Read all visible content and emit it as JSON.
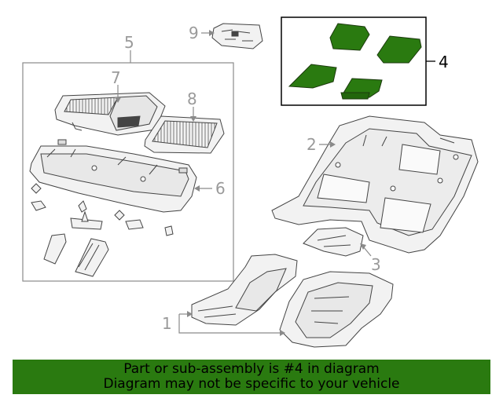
{
  "callouts": {
    "c1": "1",
    "c2": "2",
    "c3": "3",
    "c4": "4",
    "c5": "5",
    "c6": "6",
    "c7": "7",
    "c8": "8",
    "c9": "9"
  },
  "banner": {
    "line1": "Part or sub-assembly is #4 in diagram",
    "line2": "Diagram may not be specific to your vehicle"
  },
  "colors": {
    "highlight_fill": "#2a7a10",
    "banner_bg": "#2a7a10",
    "line_gray": "#8a8a8a",
    "part_fill": "#f2f2f2"
  }
}
